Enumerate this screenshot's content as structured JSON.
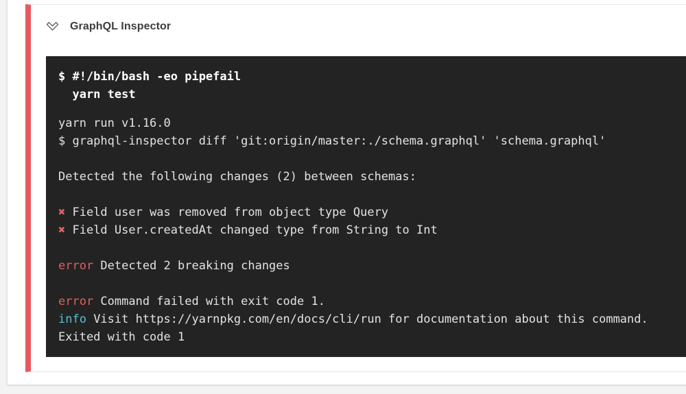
{
  "colors": {
    "status_red": "#e65a5f",
    "terminal_background": "#232323",
    "terminal_text": "#e3e3e3",
    "terminal_bold_text": "#ffffff",
    "error_red": "#df6060",
    "info_cyan": "#56c1d2",
    "page_background": "#f3f3f3"
  },
  "icons": {
    "collapse": "chevron-down-icon",
    "breaking_change": "cross-mark-icon"
  },
  "header": {
    "title": "GraphQL Inspector"
  },
  "terminal": {
    "command": [
      "$ #!/bin/bash -eo pipefail",
      "  yarn test"
    ],
    "output": [
      {
        "text": "yarn run v1.16.0"
      },
      {
        "text": "$ graphql-inspector diff 'git:origin/master:./schema.graphql' 'schema.graphql'"
      },
      {
        "text": ""
      },
      {
        "text": "Detected the following changes (2) between schemas:"
      },
      {
        "text": ""
      },
      {
        "prefix": "✖",
        "text": " Field user was removed from object type Query"
      },
      {
        "prefix": "✖",
        "text": " Field User.createdAt changed type from String to Int"
      },
      {
        "text": ""
      },
      {
        "prefix": "error",
        "text": " Detected 2 breaking changes"
      },
      {
        "text": ""
      },
      {
        "prefix": "error",
        "text": " Command failed with exit code 1."
      },
      {
        "prefix": "info",
        "text": " Visit https://yarnpkg.com/en/docs/cli/run for documentation about this command."
      },
      {
        "text": "Exited with code 1"
      }
    ]
  }
}
